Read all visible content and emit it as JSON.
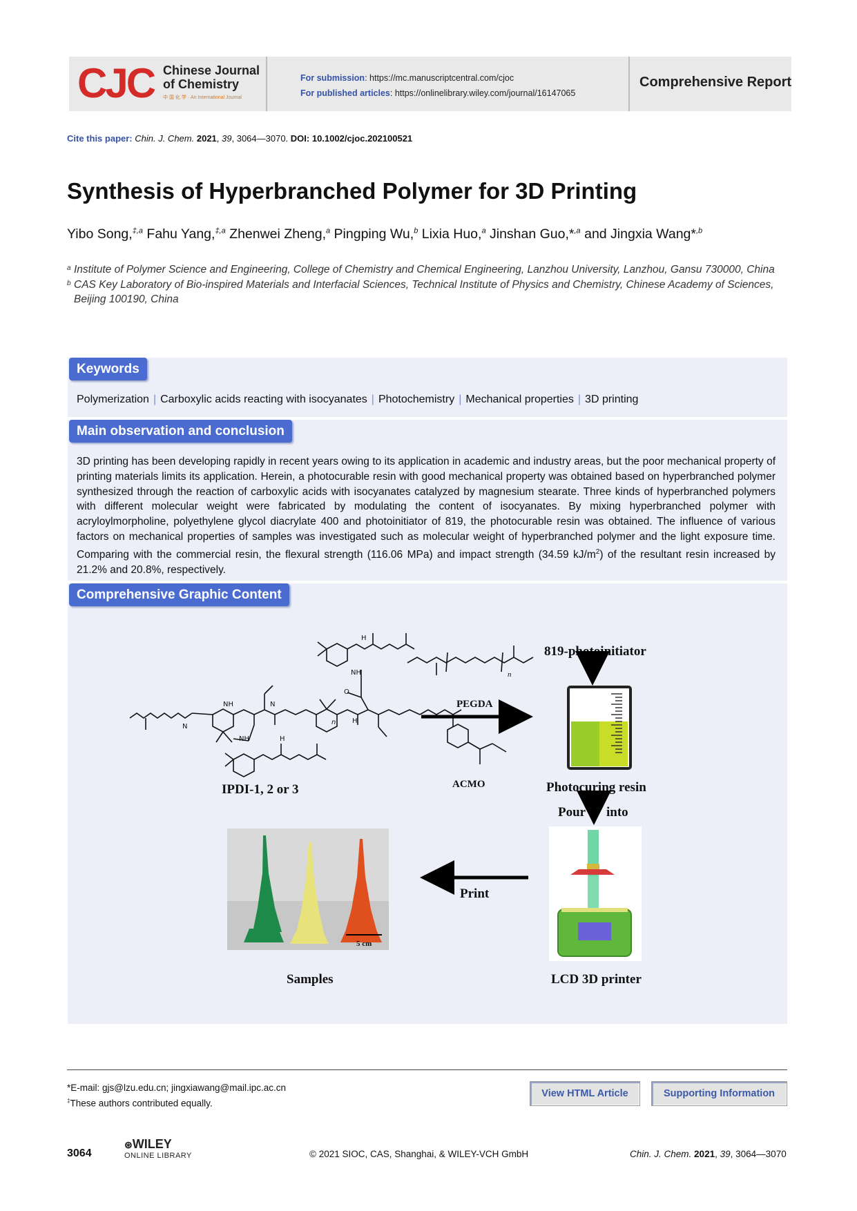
{
  "header": {
    "logo_mark": "CJC",
    "journal_line1": "Chinese Journal",
    "journal_line2": "of Chemistry",
    "journal_tagline": "中 国 化 学 · An International Journal",
    "submission_label": "For submission",
    "submission_url": ": https://mc.manuscriptcentral.com/cjoc",
    "published_label": "For published articles",
    "published_url": ": https://onlinelibrary.wiley.com/journal/16147065",
    "report_type": "Comprehensive Report"
  },
  "cite": {
    "label": "Cite this paper:",
    "journal": "Chin. J. Chem.",
    "year": "2021",
    "volume": "39",
    "pages": ", 3064—3070.",
    "doi_label": "DOI: 10.1002/cjoc.202100521"
  },
  "title": "Synthesis of Hyperbranched Polymer for 3D Printing",
  "authors": [
    {
      "name": "Yibo Song,",
      "sup": "‡,a"
    },
    {
      "name": "Fahu Yang,",
      "sup": "‡,a"
    },
    {
      "name": "Zhenwei Zheng,",
      "sup": "a"
    },
    {
      "name": "Pingping Wu,",
      "sup": "b"
    },
    {
      "name": "Lixia Huo,",
      "sup": "a"
    },
    {
      "name": "Jinshan Guo,*",
      "sup": ",a"
    },
    {
      "name": "and Jingxia Wang*",
      "sup": ",b"
    }
  ],
  "affiliations": [
    {
      "mark": "a",
      "text": "Institute of Polymer Science and Engineering, College of Chemistry and Chemical Engineering, Lanzhou University, Lanzhou, Gansu 730000, China"
    },
    {
      "mark": "b",
      "text": "CAS Key Laboratory of Bio-inspired Materials and Interfacial Sciences, Technical Institute of Physics and Chemistry, Chinese Academy of Sciences, Beijing 100190, China"
    }
  ],
  "keywords": {
    "heading": "Keywords",
    "items": [
      "Polymerization",
      "Carboxylic acids reacting with isocyanates",
      "Photochemistry",
      "Mechanical properties",
      "3D printing"
    ]
  },
  "main": {
    "heading": "Main observation and conclusion",
    "text_1": "3D printing has been developing rapidly in recent years owing to its application in academic and industry areas, but the poor mechanical property of printing materials limits its application. Herein, a photocurable resin with good mechanical property was obtained based on hyperbranched polymer synthesized through the reaction of carboxylic acids with isocyanates catalyzed by magnesium stearate. Three kinds of hyperbranched polymers with different molecular weight were fabricated by modulating the content of isocyanates. By mixing hyperbranched polymer with acryloylmorpholine, polyethylene glycol diacrylate 400 and photoinitiator of 819, the photocurable resin was obtained. The influence of various factors on mechanical properties of samples was investigated such as molecular weight of hyperbranched polymer and the light exposure time. Comparing with the commercial resin, the flexural strength (116.06 MPa) and impact strength (34.59 kJ/m",
    "text_sup": "2",
    "text_2": ") of the resultant resin increased by 21.2% and 20.8%, respectively."
  },
  "graphic": {
    "heading": "Comprehensive Graphic Content",
    "photoinitiator": "819-photoinitiator",
    "pegda": "PEGDA",
    "acmo": "ACMO",
    "ipdi": "IPDI-1, 2 or 3",
    "resin": "Photocuring resin",
    "pour": "Pour",
    "into": "into",
    "print": "Print",
    "samples": "Samples",
    "printer": "LCD 3D printer",
    "scale": "5 cm",
    "repeat_n": "n",
    "nh": "NH",
    "h": "H",
    "n_atom": "N",
    "o_atom": "O",
    "liquid_color": "#9acd2a",
    "tower_colors": [
      "#1e8a4a",
      "#e8e27a",
      "#e0501f"
    ]
  },
  "footer": {
    "email": "*E-mail: gjs@lzu.edu.cn; jingxiawang@mail.ipc.ac.cn",
    "equal_mark": "‡",
    "equal": "These authors contributed equally.",
    "btn_html": "View HTML Article",
    "btn_si": "Supporting Information",
    "page_number": "3064",
    "publisher": "WILEY",
    "publisher_sub": "ONLINE LIBRARY",
    "copyright": "© 2021 SIOC, CAS, Shanghai, & WILEY-VCH GmbH",
    "journal": "Chin. J. Chem.",
    "year": "2021",
    "volume": "39",
    "pages": ", 3064—3070"
  }
}
